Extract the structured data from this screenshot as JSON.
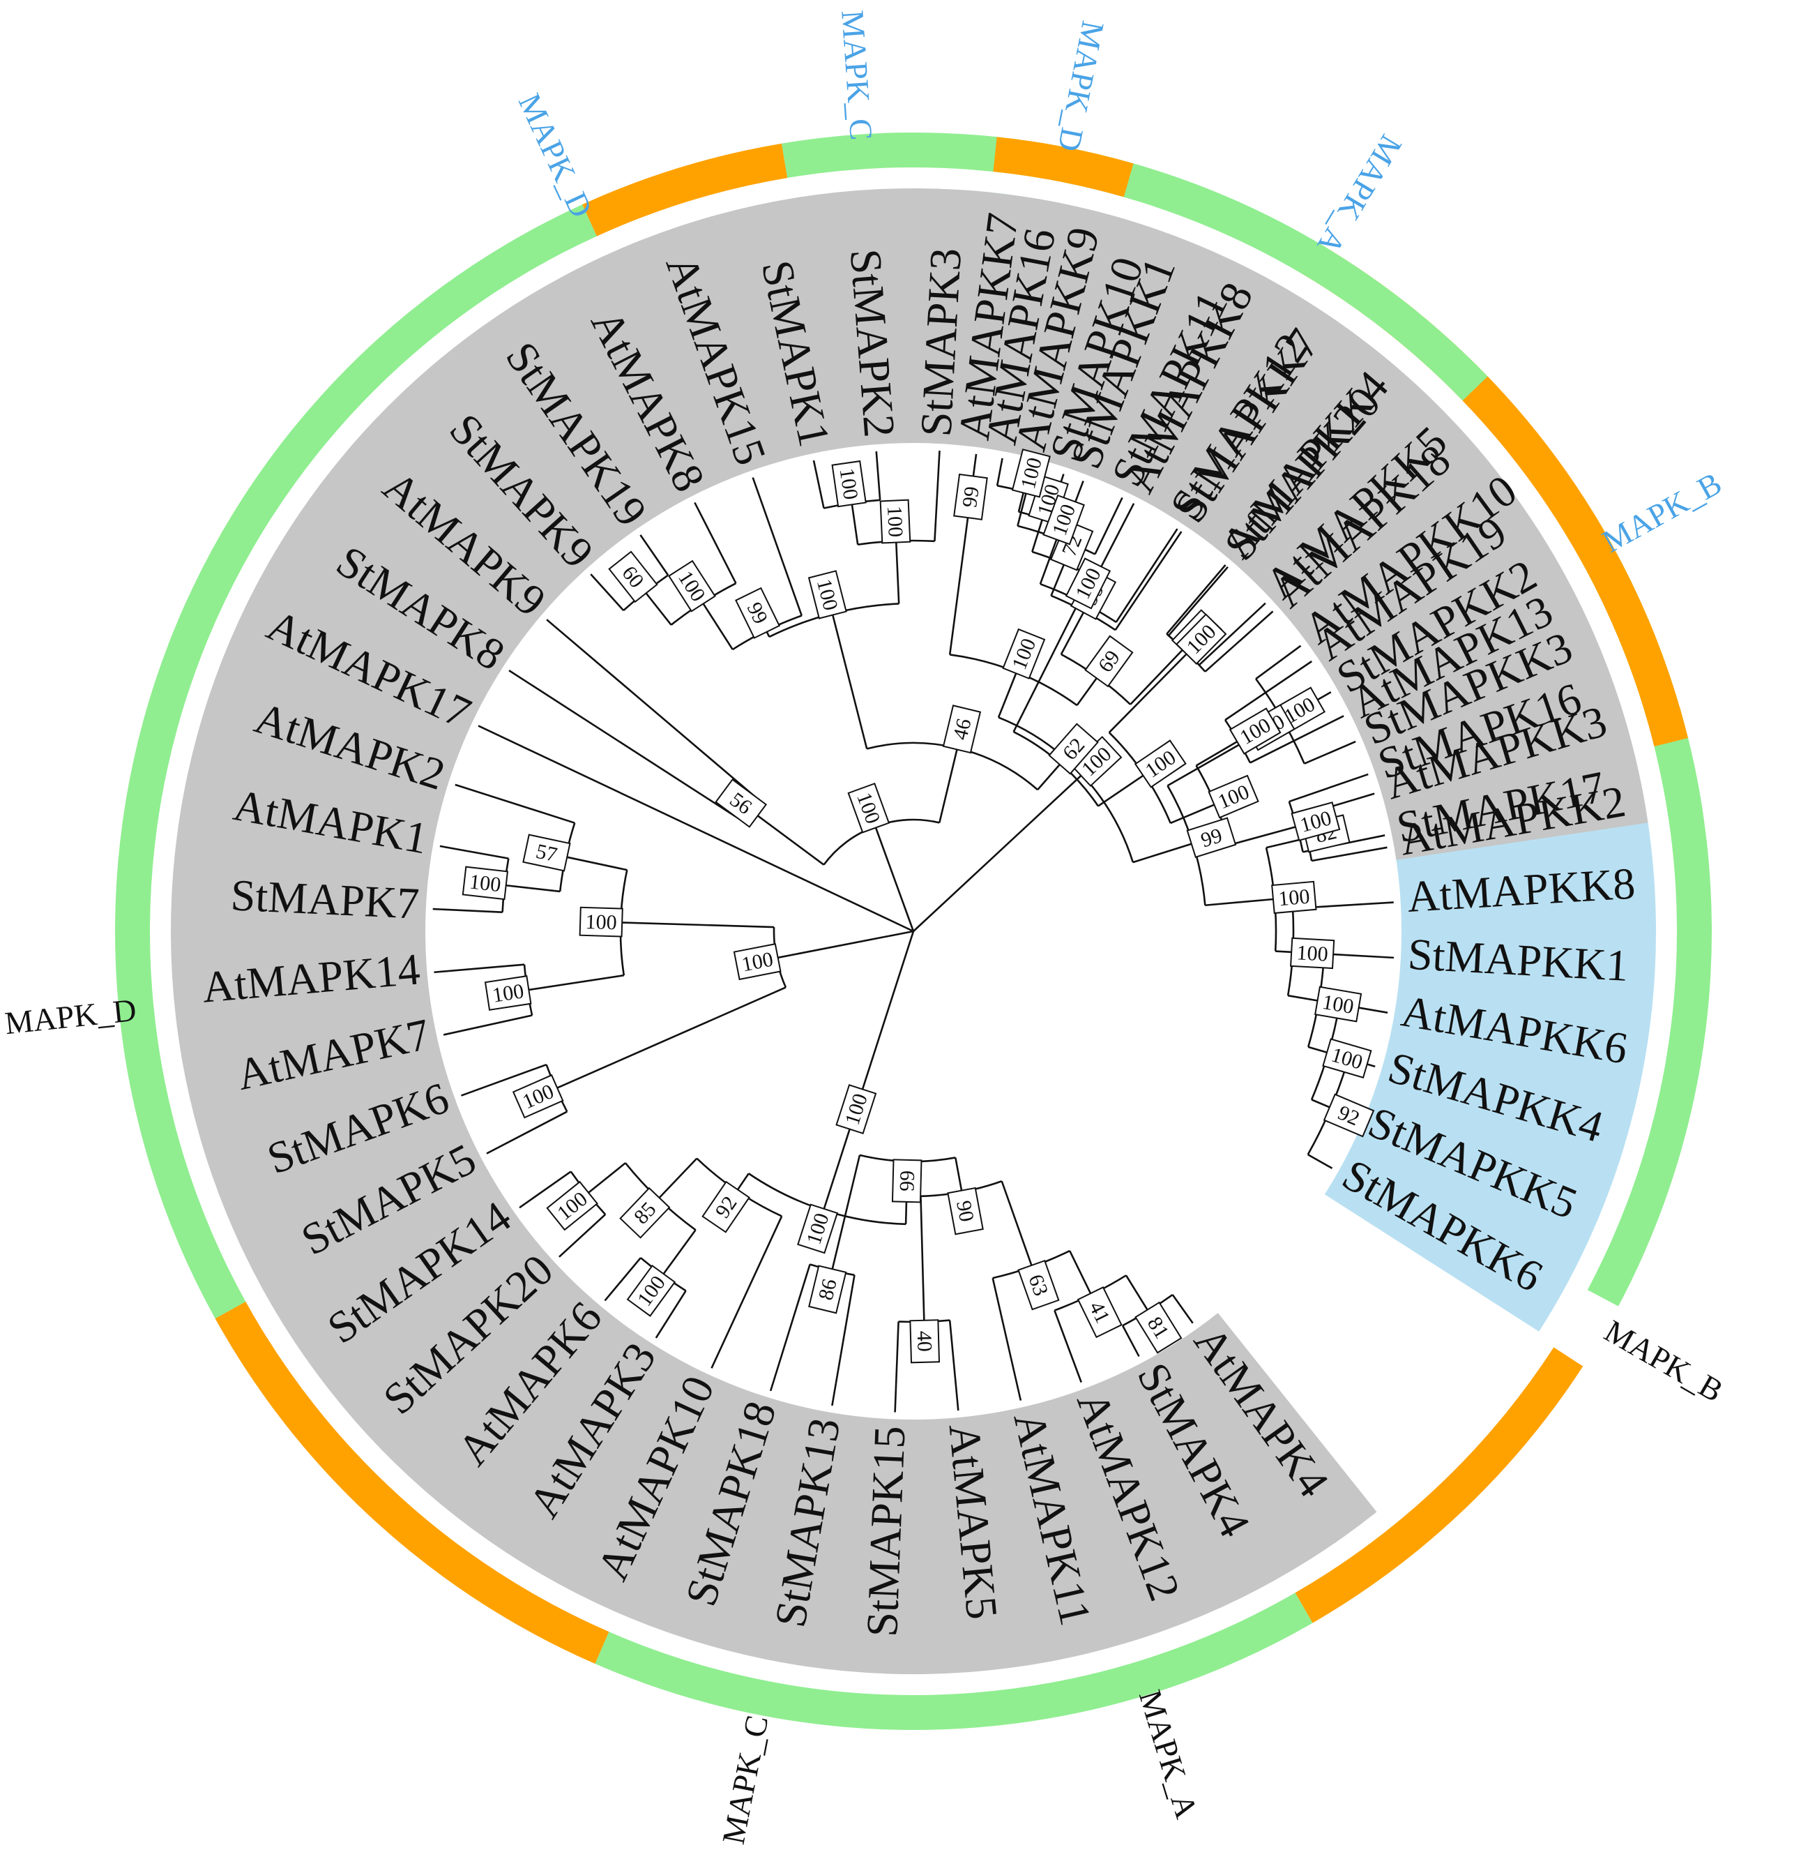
{
  "figure": {
    "colors": {
      "family_band_mapkk": "#b9e0f2",
      "family_band_mapk": "#c6c6c6",
      "ring_green": "#90ee90",
      "ring_orange": "#ffa200",
      "outer_label_blue": "#4aa3e6",
      "outer_label_black": "#111111",
      "branch": "#111111"
    },
    "tree": {
      "leaves": [
        "StMAPKK6",
        "StMAPKK5",
        "StMAPKK4",
        "AtMAPKK6",
        "StMAPKK1",
        "AtMAPKK8",
        "AtMAPKK2",
        "AtMAPKK3",
        "StMAPKK3",
        "StMAPKK2",
        "AtMAPKK10",
        "AtMAPKK5",
        "AtMAPKK4",
        "StMAPKK7",
        "AtMAPKK8",
        "StMAPKK1",
        "AtMAPKK9",
        "AtMAPKK7",
        "StMAPK17",
        "StMAPK16",
        "AtMAPK13",
        "AtMAPK19",
        "AtMAPK18",
        "StMAPK20",
        "StMAPK12",
        "StMAPK11",
        "StMAPK10",
        "AtMAPK16",
        "StMAPK3",
        "StMAPK2",
        "StMAPK1",
        "AtMAPK15",
        "AtMAPK8",
        "StMAPK19",
        "StMAPK9",
        "AtMAPK9",
        "StMAPK8",
        "AtMAPK17",
        "AtMAPK2",
        "AtMAPK1",
        "StMAPK7",
        "AtMAPK14",
        "AtMAPK7",
        "StMAPK6",
        "StMAPK5",
        "StMAPK14",
        "StMAPK20",
        "AtMAPK6",
        "AtMAPK3",
        "AtMAPK10",
        "StMAPK18",
        "StMAPK13",
        "StMAPK15",
        "AtMAPK5",
        "AtMAPK11",
        "AtMAPK12",
        "StMAPK4",
        "AtMAPK4"
      ],
      "node_support": {
        "n_mapkk_root": "100",
        "n_k1": "99",
        "n_k2": "100",
        "n_k3": "82",
        "n_k4": "100",
        "n_k5": "100",
        "n_k6": "100",
        "n_k7": "92",
        "n_k8": "100",
        "n_k9": "100",
        "n_k10": "100",
        "n_k11": "69",
        "n_k12": "100",
        "n_k13": "99",
        "n_k14": "72",
        "n_k15": "100",
        "n_k16": "99",
        "n_m1": "100",
        "n_m2": "46",
        "n_m3": "62",
        "n_m4": "100",
        "n_m5": "100",
        "n_m6": "100",
        "n_m7": "100",
        "n_m8": "100",
        "n_m9": "100",
        "n_m10": "100",
        "n_m11": "100",
        "n_m12": "100",
        "n_m13": "100",
        "n_m14": "100",
        "n_m15": "99",
        "n_m16": "100",
        "n_m17": "60",
        "n_m18": "56",
        "n_m19": "100",
        "n_m20": "100",
        "n_m21": "57",
        "n_m22": "100",
        "n_m23": "100",
        "n_m24": "100",
        "n_m25": "100",
        "n_m26": "100",
        "n_m27": "92",
        "n_m28": "85",
        "n_m29": "100",
        "n_m30": "100",
        "n_m31": "99",
        "n_m32": "86",
        "n_m33": "90",
        "n_m34": "40",
        "n_m35": "63",
        "n_m36": "41",
        "n_m37": "81"
      }
    },
    "outer_labels": [
      {
        "text": "MAPK_D",
        "color": "#4aa3e6"
      },
      {
        "text": "MAPK_C",
        "color": "#4aa3e6"
      },
      {
        "text": "MAPK_D",
        "color": "#4aa3e6"
      },
      {
        "text": "MAPK_A",
        "color": "#4aa3e6"
      },
      {
        "text": "MAPK_B",
        "color": "#4aa3e6"
      },
      {
        "text": "MAPK_B",
        "color": "#111111"
      },
      {
        "text": "MAPK_A",
        "color": "#111111"
      },
      {
        "text": "MAPK_C",
        "color": "#111111"
      },
      {
        "text": "MAPK_D",
        "color": "#111111"
      }
    ]
  }
}
